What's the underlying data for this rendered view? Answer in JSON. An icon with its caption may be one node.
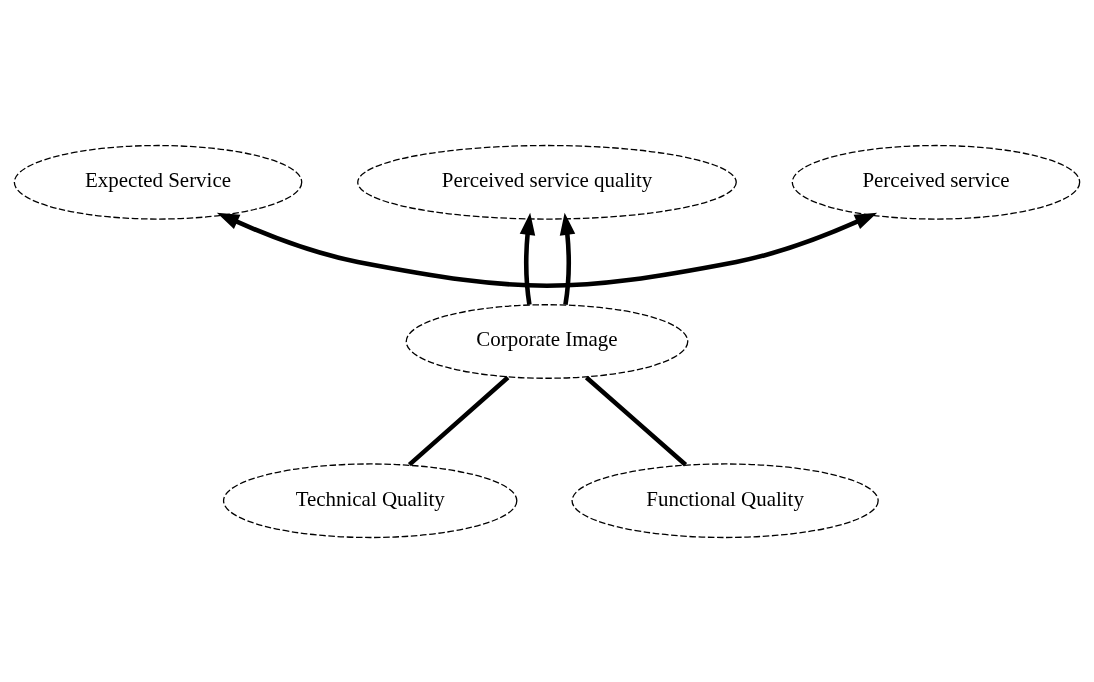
{
  "diagram": {
    "nodes": [
      {
        "text": [
          "Perceived service quality"
        ]
      },
      {
        "text": [
          "Expected Service"
        ]
      },
      {
        "text": [
          "Perceived service"
        ]
      },
      {
        "text": [
          "Corporate Image"
        ]
      },
      {
        "text": [
          "Technical Quality"
        ]
      },
      {
        "text": [
          "Functional Quality"
        ]
      }
    ],
    "edges": [
      {
        "from": 1,
        "to": 2,
        "arrow": "both"
      },
      {
        "from": 3,
        "to": 0,
        "arrow": "to"
      },
      {
        "from": 3,
        "to": 0,
        "arrow": "to"
      },
      {
        "from": 4,
        "to": 3,
        "arrow": "none"
      },
      {
        "from": 5,
        "to": 3,
        "arrow": "none"
      }
    ]
  }
}
